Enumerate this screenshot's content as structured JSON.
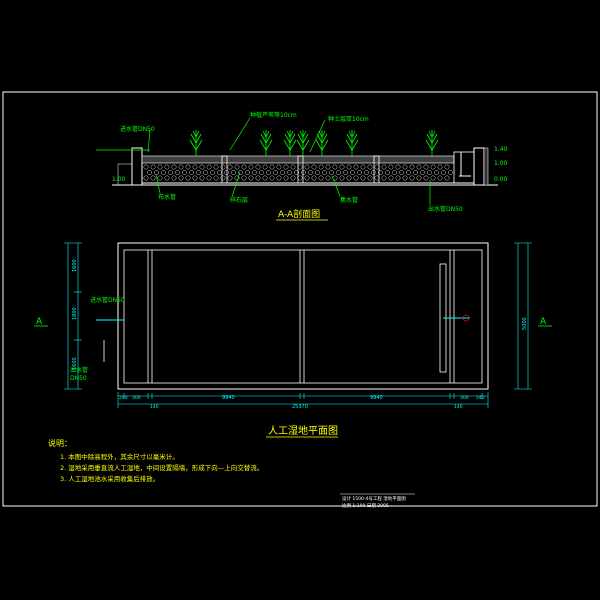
{
  "section_title": "A-A剖面图",
  "plan_title": "人工湿地平面图",
  "notes": {
    "heading": "说明：",
    "items": [
      "1. 本图中除高程外，其余尺寸以毫米计。",
      "2. 湿地采用垂直流人工湿地，中间设置隔墙，形成下向—上向交替流。",
      "3. 人工湿地池水采用收集后排放。"
    ]
  },
  "section_labels": {
    "inlet_pipe": "进水管DN50",
    "planting": "种植芦苇等10cm",
    "soil": "种土层厚10cm",
    "gravel": "碎石层",
    "distribution": "布水管",
    "collector": "集水管",
    "outlet_pipe": "出水管DN50",
    "level_left": "1.00",
    "level_right_top": "1.40",
    "level_right_bottom": "1.00",
    "level_bottom": "0.00"
  },
  "plan_labels": {
    "inlet_pipe": "进水管DN50",
    "outlet_label": "出水管",
    "outlet_note": "DN50",
    "overall_width": "25370",
    "overall_height": "5000",
    "dims_bottom": [
      "240",
      "300",
      "140",
      "9940",
      "9940",
      "140",
      "300",
      "240"
    ],
    "dims_left": [
      "1600",
      "1800",
      "1600"
    ],
    "section_mark_left": "A",
    "section_mark_right": "A"
  },
  "title_block": {
    "line1": "设计  1500-4号工程  湿地平面图",
    "line2": "比例 1:100   日期 2005"
  },
  "colors": {
    "background": "#000000",
    "frame": "#ffffff",
    "structure": "#ffffff",
    "dimension": "#00ffff",
    "annotation": "#00ff00",
    "title_text": "#ffff00",
    "accent": "#ff0000"
  }
}
